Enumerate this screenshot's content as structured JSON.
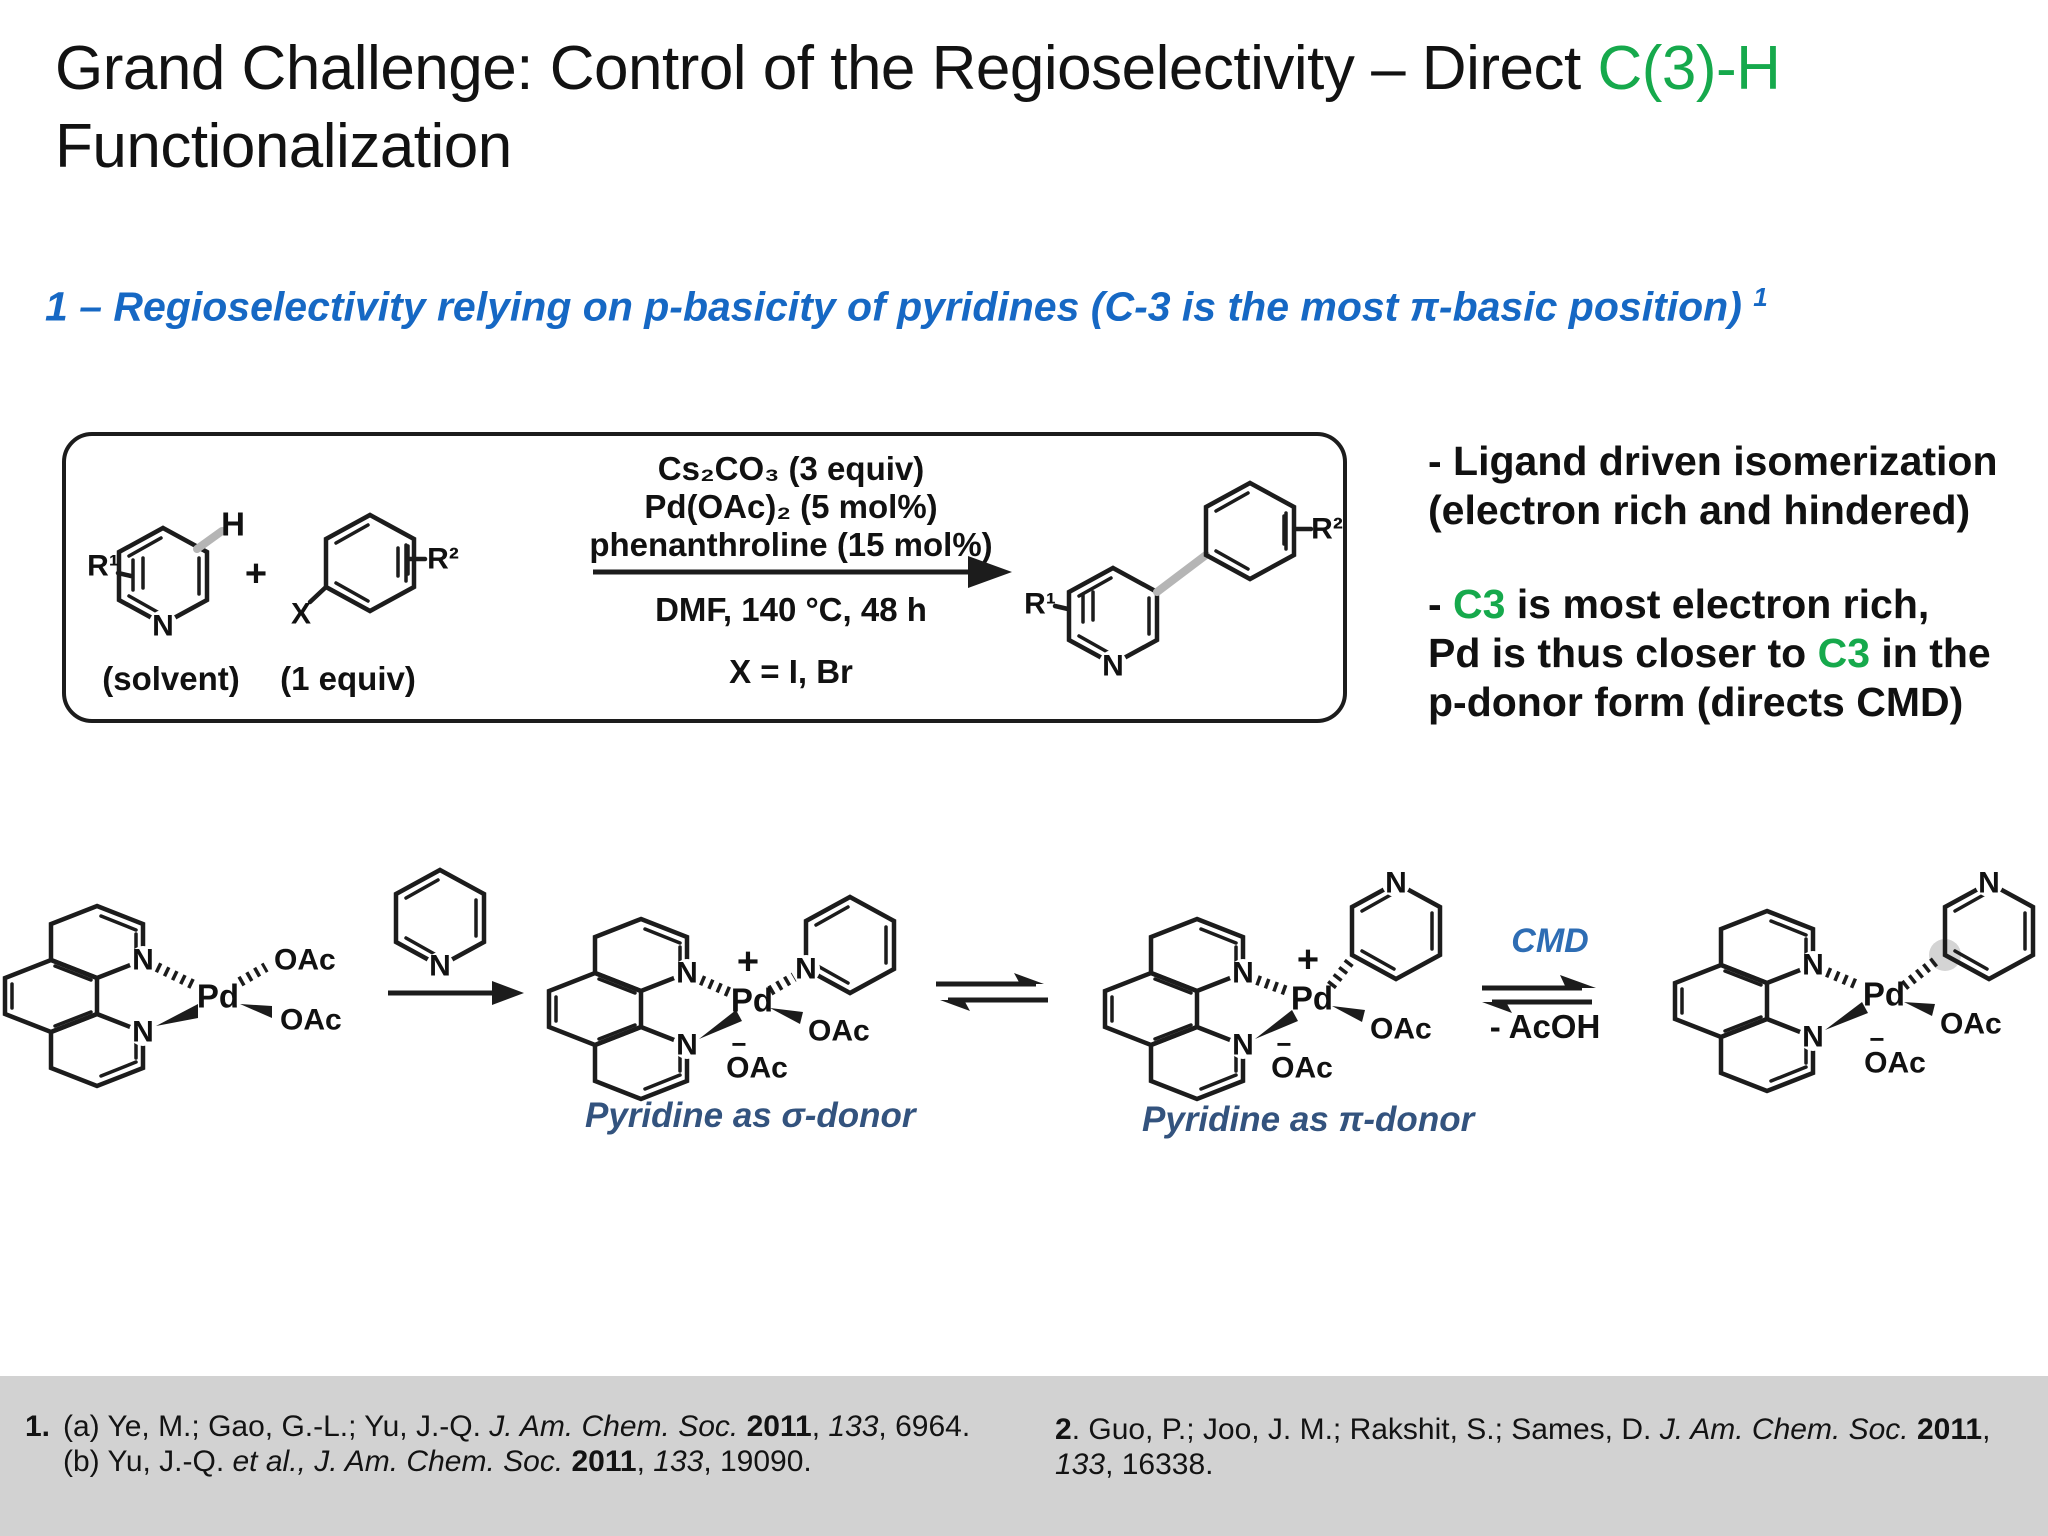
{
  "slide": {
    "title_black": "Grand Challenge: Control of the Regioselectivity – Direct ",
    "title_green": "C(3)-H",
    "title_line2": "Functionalization",
    "subtitle_text": "1 – Regioselectivity relying on p-basicity of pyridines (C-3 is the most π-basic position)",
    "subtitle_sup": "1"
  },
  "scheme": {
    "cond1": "Cs₂CO₃ (3 equiv)",
    "cond2": "Pd(OAc)₂ (5 mol%)",
    "cond3": "phenanthroline (15 mol%)",
    "below_arrow": "DMF, 140 °C, 48 h",
    "x_note": "X = I, Br",
    "solvent": "(solvent)",
    "equiv": "(1 equiv)"
  },
  "atoms": {
    "n": "N",
    "pd": "Pd",
    "oac": "OAc",
    "h": "H",
    "x": "X",
    "r1": "R¹",
    "r2": "R²",
    "plus": "+",
    "minus": "−"
  },
  "notes": {
    "b1l1": "- Ligand driven isomerization",
    "b1l2": "(electron rich and hindered)",
    "b2pre": "- ",
    "c3": "C3",
    "b2l1rest": " is most electron rich,",
    "b2l2a": "Pd is thus closer to ",
    "b2l2b": " in the",
    "b2l3": "p-donor form (directs CMD)"
  },
  "mech": {
    "sigma_label": "Pyridine as σ-donor",
    "pi_label": "Pyridine as π-donor",
    "cmd": "CMD",
    "acoh": "- AcOH"
  },
  "refs": {
    "n1": "1.",
    "r1l1a": "(a) Ye, M.; Gao, G.-L.; Yu, J.-Q. ",
    "r1l1j": "J. Am. Chem. Soc. ",
    "r1l1y": "2011",
    "comma": ", ",
    "r1l1v": "133",
    "r1l1e": ", 6964.",
    "r1l2a": "(b) Yu, J.-Q. ",
    "r1l2j": "et al., J. Am. Chem. Soc. ",
    "r1l2y": "2011",
    "r1l2v": "133",
    "r1l2e": ", 19090.",
    "n2": "2",
    "r2l1a": ". Guo, P.; Joo, J. M.; Rakshit, S.; Sames, D. ",
    "r2l1j": "J. Am. Chem. Soc. ",
    "r2l1y": "2011",
    "r2l1e": ",",
    "r2l2v": "133",
    "r2l2e": ", 16338."
  },
  "colors": {
    "green": "#16a94c",
    "blue": "#1668c4",
    "navy": "#33537e",
    "cmdblue": "#2e6db4",
    "footerbg": "#d2d2d2"
  }
}
